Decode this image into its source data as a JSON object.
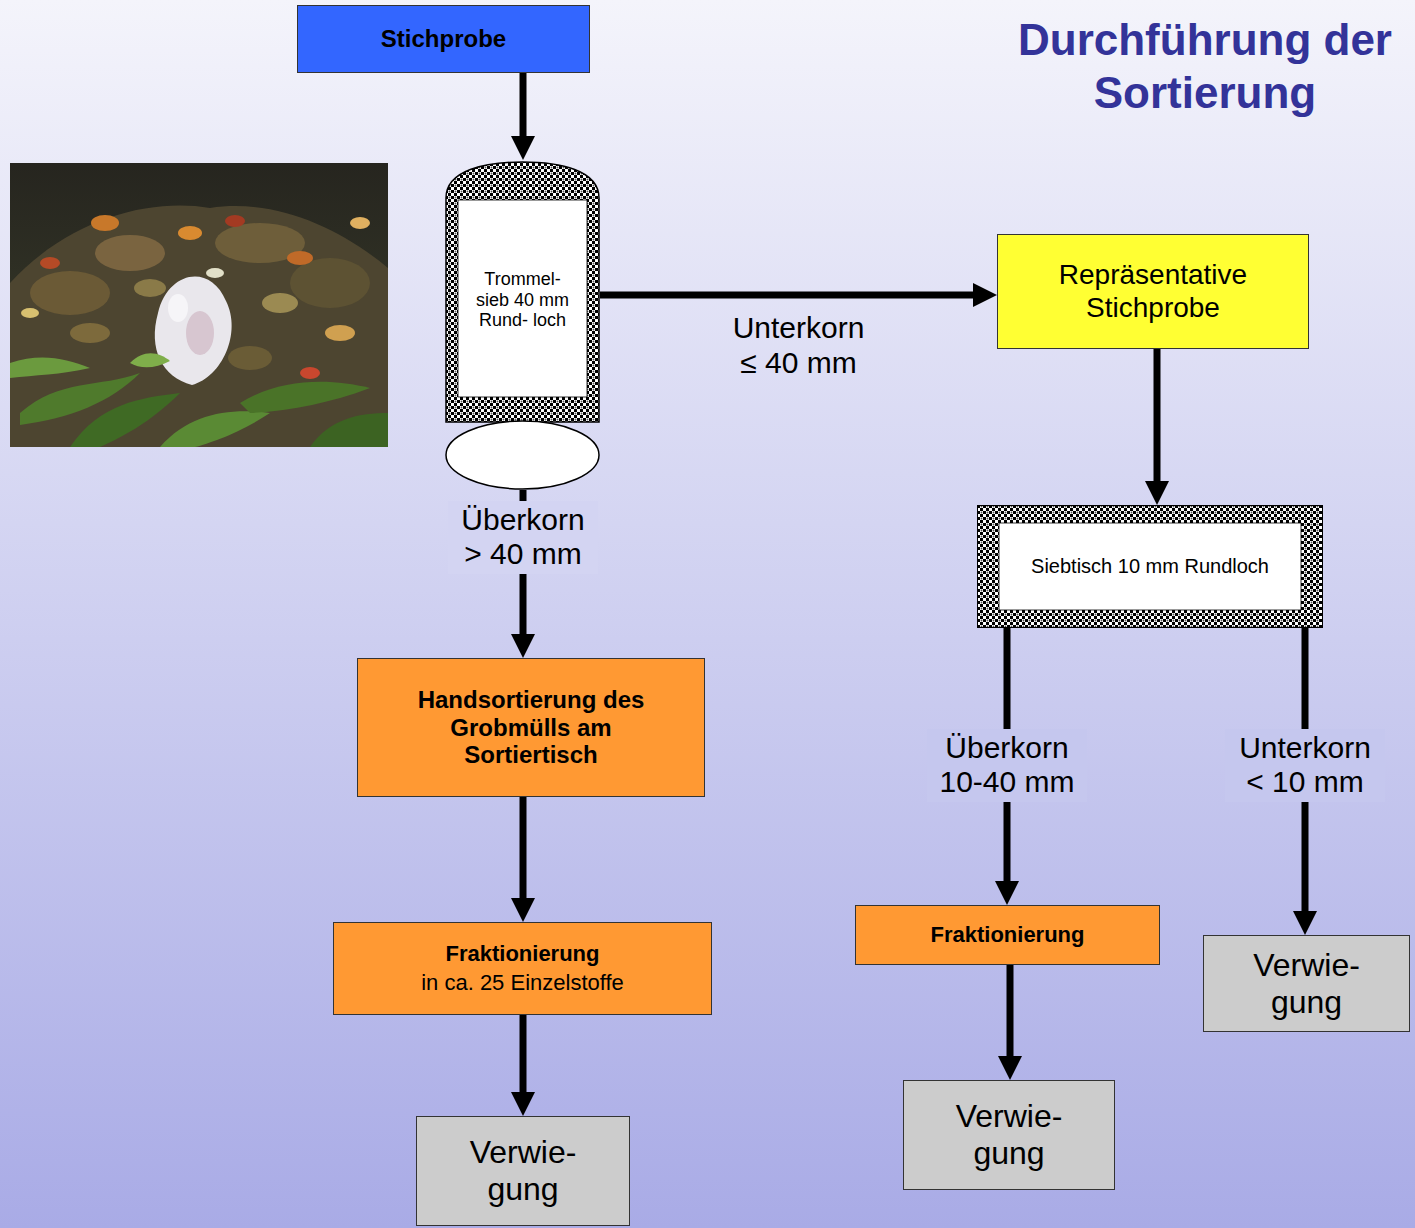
{
  "diagram": {
    "title": "Durchführung der Sortierung",
    "nodes": [
      {
        "text": [
          "Stichprobe"
        ]
      },
      {
        "text": [
          "Trommel- sieb 40 mm Rund- loch"
        ]
      },
      {
        "text": [
          "Repräsentative Stichprobe"
        ]
      },
      {
        "text": [
          "Siebtisch 10 mm Rundloch"
        ]
      },
      {
        "text": [
          "Handsortierung des Grobmülls am Sortiertisch"
        ]
      },
      {
        "text": [
          "Fraktionierung",
          "in ca. 25 Einzelstoffe"
        ]
      },
      {
        "text": [
          "Verwie- gung"
        ]
      },
      {
        "text": [
          "Fraktionierung"
        ]
      },
      {
        "text": [
          "Verwie- gung"
        ]
      },
      {
        "text": [
          "Verwie- gung"
        ]
      }
    ],
    "edges": [
      {
        "from": 0,
        "to": 1,
        "arrow": "to"
      },
      {
        "from": 1,
        "to": 2,
        "label": "Unterkorn ≤ 40 mm",
        "arrow": "to"
      },
      {
        "from": 1,
        "to": 4,
        "label": "Überkorn > 40 mm",
        "arrow": "to"
      },
      {
        "from": 4,
        "to": 5,
        "arrow": "to"
      },
      {
        "from": 5,
        "to": 6,
        "arrow": "to"
      },
      {
        "from": 2,
        "to": 3,
        "arrow": "to"
      },
      {
        "from": 3,
        "to": 7,
        "label": "Überkorn 10-40 mm",
        "arrow": "to"
      },
      {
        "from": 7,
        "to": 8,
        "arrow": "to"
      },
      {
        "from": 3,
        "to": 9,
        "label": "Unterkorn < 10 mm",
        "arrow": "to"
      }
    ]
  }
}
